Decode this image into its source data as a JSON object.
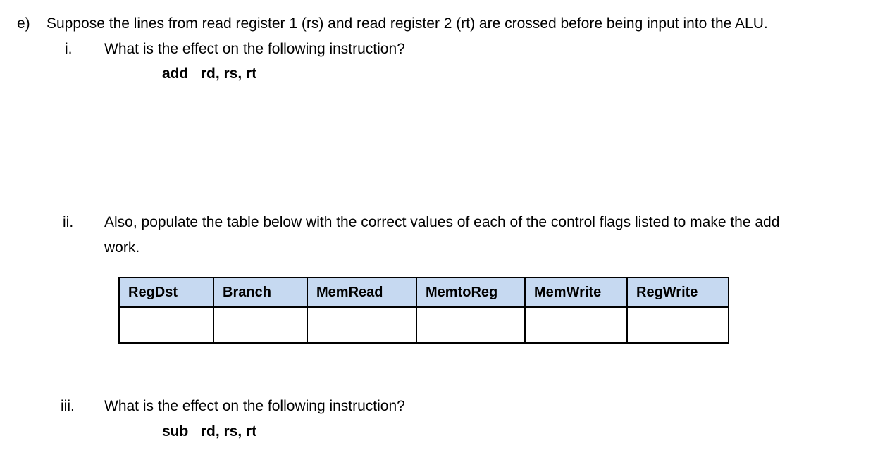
{
  "question": {
    "label": "e)",
    "text": "Suppose the lines from read register 1 (rs) and read register 2 (rt) are crossed before being input into the ALU."
  },
  "parts": [
    {
      "label": "i.",
      "text": "What is the effect on the following instruction?",
      "instruction": "add   rd, rs, rt"
    },
    {
      "label": "ii.",
      "text_line1": "Also, populate the table below with the correct values of each of the control flags listed to make the add",
      "text_line2": "work."
    },
    {
      "label": "iii.",
      "text": "What is the effect on the following instruction?",
      "instruction": "sub   rd, rs, rt"
    }
  ],
  "control_table": {
    "header_color": "#c6d9f1",
    "columns": [
      "RegDst",
      "Branch",
      "MemRead",
      "MemtoReg",
      "MemWrite",
      "RegWrite"
    ],
    "values": [
      "",
      "",
      "",
      "",
      "",
      ""
    ]
  }
}
